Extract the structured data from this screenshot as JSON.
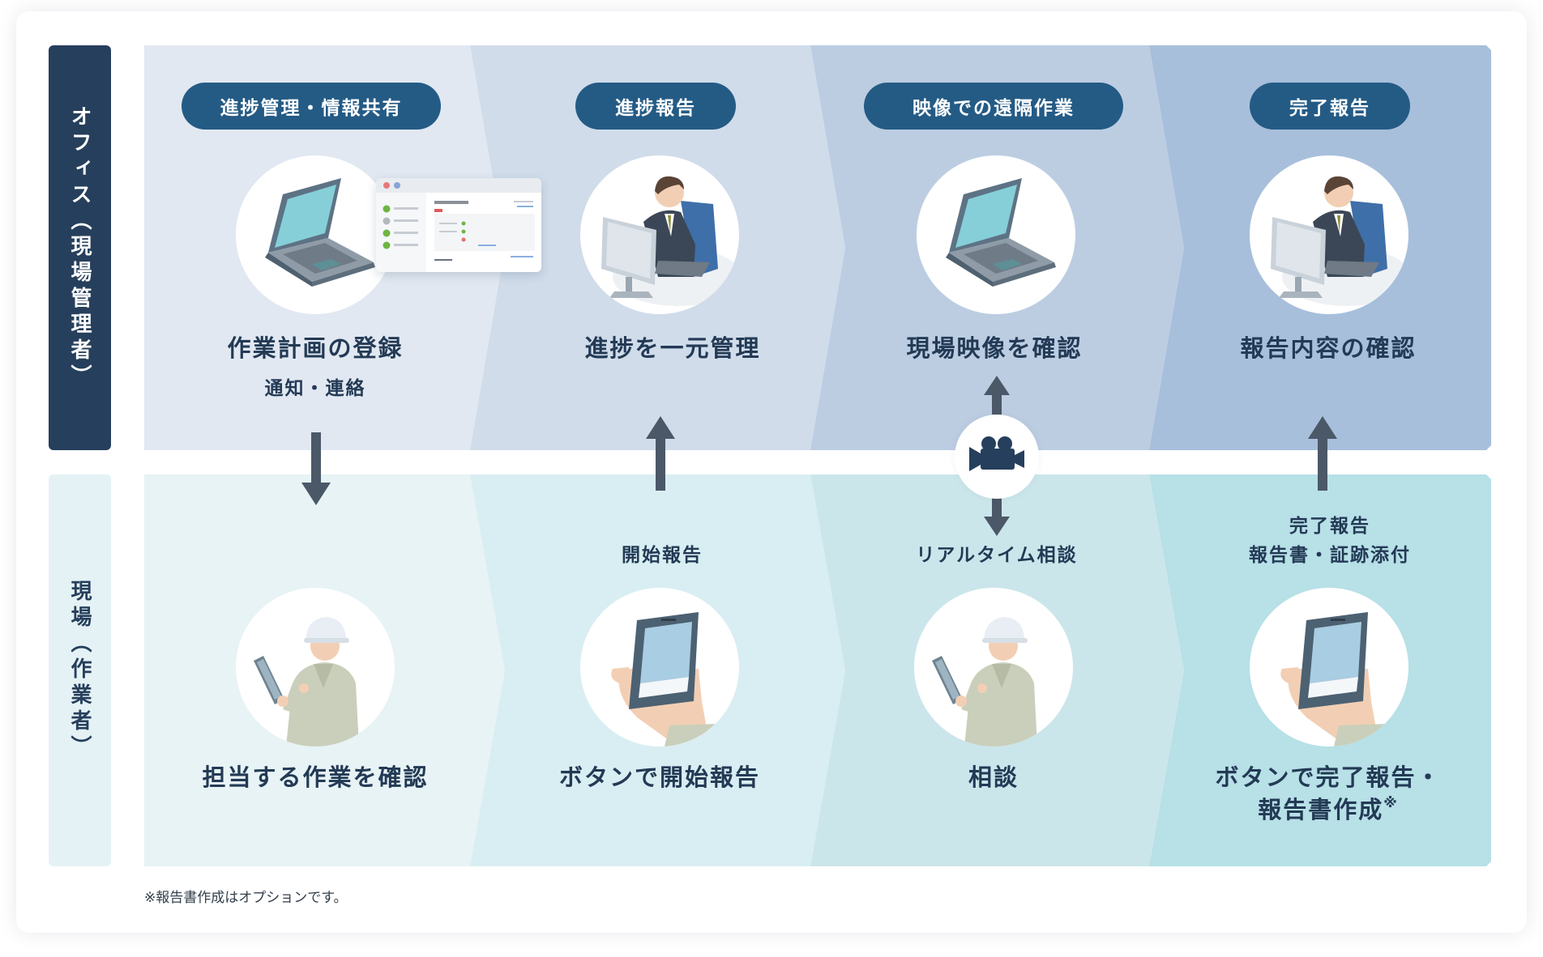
{
  "side_labels": {
    "office": "オフィス（現場管理者）",
    "site": "現場（作業者）"
  },
  "columns": [
    {
      "pill": "進捗管理・情報共有",
      "office_title": "作業計画の登録",
      "office_sub": "通知・連絡",
      "site_caption": "",
      "site_title": "担当する作業を確認",
      "office_icon": "laptop-icon",
      "site_icon": "worker-tablet-icon"
    },
    {
      "pill": "進捗報告",
      "office_title": "進捗を一元管理",
      "office_sub": "",
      "site_caption": "開始報告",
      "site_title": "ボタンで開始報告",
      "office_icon": "manager-desk-icon",
      "site_icon": "hand-smartphone-icon"
    },
    {
      "pill": "映像での遠隔作業",
      "office_title": "現場映像を確認",
      "office_sub": "",
      "site_caption": "リアルタイム相談",
      "site_title": "相談",
      "office_icon": "laptop-icon",
      "site_icon": "worker-tablet-icon"
    },
    {
      "pill": "完了報告",
      "office_title": "報告内容の確認",
      "office_sub": "",
      "site_caption_1": "完了報告",
      "site_caption_2": "報告書・証跡添付",
      "site_title_1": "ボタンで完了報告・",
      "site_title_2": "報告書作成",
      "site_title_mark": "※",
      "office_icon": "manager-desk-icon",
      "site_icon": "hand-smartphone-icon"
    }
  ],
  "camera_icon": "video-camera-icon",
  "footnote": "※報告書作成はオプションです。",
  "colors": {
    "office_bands": [
      "#e1e8f1",
      "#d0dcea",
      "#bccde2",
      "#a7bfdb"
    ],
    "site_bands": [
      "#e7f3f5",
      "#d9eef2",
      "#cbe6eb",
      "#b7e0e7"
    ],
    "dark_navy": "#263f5c",
    "pill_blue": "#245b85",
    "arrow": "#4b5868"
  }
}
